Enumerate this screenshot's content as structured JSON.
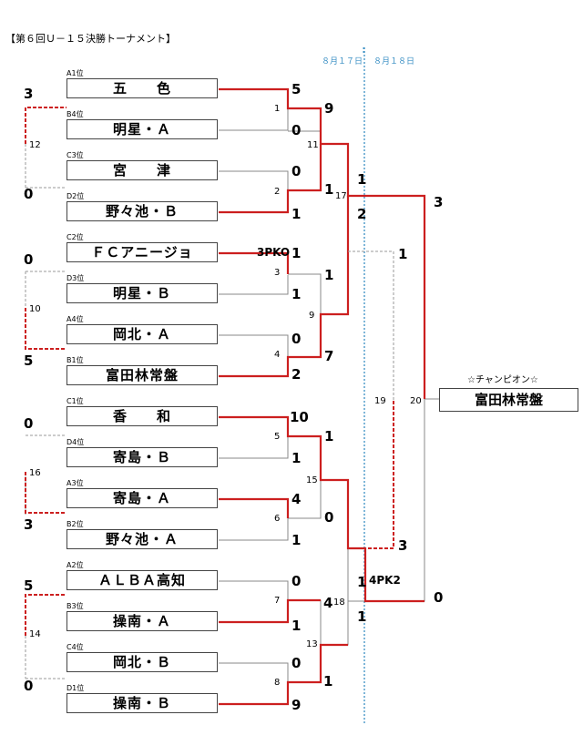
{
  "title": "【第６回Ｕ－１５決勝トーナメント】",
  "dates": [
    "８月１７日",
    "８月１８日"
  ],
  "champion_label": "☆チャンピオン☆",
  "champion": "富田林常盤",
  "teams": [
    {
      "seed": "A1位",
      "name": "五　　色"
    },
    {
      "seed": "B4位",
      "name": "明星・Ａ"
    },
    {
      "seed": "C3位",
      "name": "宮　　津"
    },
    {
      "seed": "D2位",
      "name": "野々池・Ｂ"
    },
    {
      "seed": "C2位",
      "name": "ＦＣアニージョ"
    },
    {
      "seed": "D3位",
      "name": "明星・Ｂ"
    },
    {
      "seed": "A4位",
      "name": "岡北・Ａ"
    },
    {
      "seed": "B1位",
      "name": "富田林常盤"
    },
    {
      "seed": "C1位",
      "name": "香　　和"
    },
    {
      "seed": "D4位",
      "name": "寄島・Ｂ"
    },
    {
      "seed": "A3位",
      "name": "寄島・Ａ"
    },
    {
      "seed": "B2位",
      "name": "野々池・Ａ"
    },
    {
      "seed": "A2位",
      "name": "ＡＬＢＡ高知"
    },
    {
      "seed": "B3位",
      "name": "操南・Ａ"
    },
    {
      "seed": "C4位",
      "name": "岡北・Ｂ"
    },
    {
      "seed": "D1位",
      "name": "操南・Ｂ"
    }
  ],
  "first_round_scores": [
    "5",
    "0",
    "0",
    "1",
    "1",
    "1",
    "0",
    "2",
    "10",
    "1",
    "4",
    "1",
    "0",
    "1",
    "0",
    "9"
  ],
  "match_numbers": [
    "1",
    "2",
    "3",
    "4",
    "5",
    "6",
    "7",
    "8",
    "11",
    "9",
    "15",
    "13",
    "17",
    "18",
    "19",
    "20",
    "12",
    "10",
    "16",
    "14"
  ],
  "qf_scores": [
    "9",
    "1",
    "1",
    "7",
    "1",
    "0",
    "4",
    "1"
  ],
  "sf_scores": [
    "1",
    "2",
    "1",
    "3",
    "1",
    "1"
  ],
  "final_scores": [
    "3",
    "0"
  ],
  "consolation_scores": [
    "3",
    "0",
    "0",
    "5",
    "0",
    "3",
    "5",
    "0"
  ],
  "pk_left": "3PKO",
  "pk_right": "4PK2"
}
